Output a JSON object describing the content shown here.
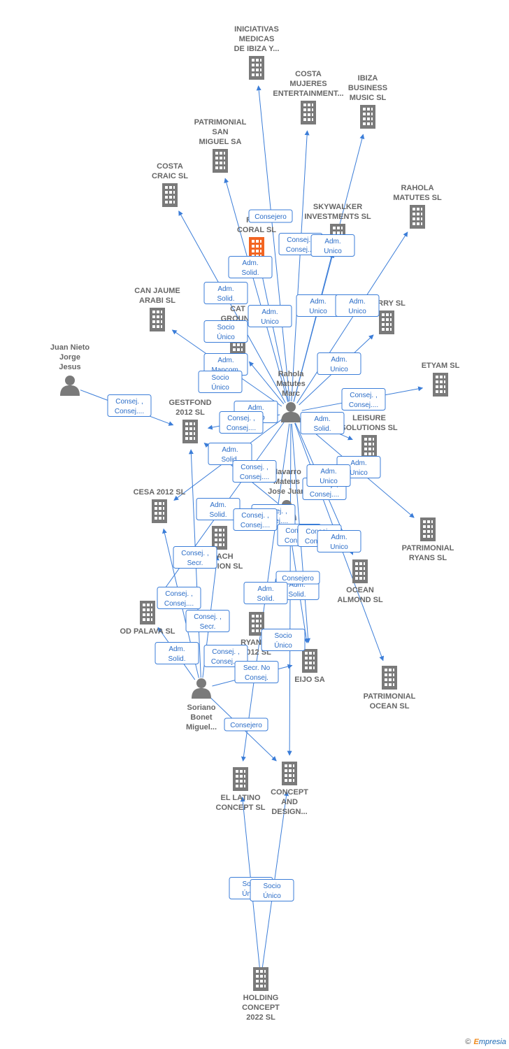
{
  "colors": {
    "edge": "#3b7dd8",
    "node": "#7a7a7a",
    "focus": "#f26522",
    "label": "#666666",
    "box_border": "#3b7dd8"
  },
  "nodes": [
    {
      "id": "iniciativas",
      "type": "company",
      "lines": [
        "INICIATIVAS",
        "MEDICAS",
        "DE IBIZA Y..."
      ]
    },
    {
      "id": "costa_mujeres",
      "type": "company",
      "lines": [
        "COSTA",
        "MUJERES",
        "ENTERTAINMENT..."
      ]
    },
    {
      "id": "ibiza_business",
      "type": "company",
      "lines": [
        "IBIZA",
        "BUSINESS",
        "MUSIC SL"
      ]
    },
    {
      "id": "patrimonial_san",
      "type": "company",
      "lines": [
        "PATRIMONIAL",
        "SAN",
        "MIGUEL SA"
      ]
    },
    {
      "id": "costa_craic",
      "type": "company",
      "lines": [
        "COSTA",
        "CRAIC SL"
      ]
    },
    {
      "id": "rahola_matutes_sl",
      "type": "company",
      "lines": [
        "RAHOLA",
        "MATUTES SL"
      ]
    },
    {
      "id": "skywalker",
      "type": "company",
      "lines": [
        "SKYWALKER",
        "INVESTMENTS SL"
      ]
    },
    {
      "id": "ryan_coral",
      "type": "focus",
      "lines": [
        "RYAN",
        "CORAL  SL"
      ]
    },
    {
      "id": "can_jaume",
      "type": "company",
      "lines": [
        "CAN JAUME",
        "ARABI SL"
      ]
    },
    {
      "id": "cat_ground",
      "type": "company",
      "lines": [
        "CAT",
        "GROUND",
        "SL"
      ]
    },
    {
      "id": "terry",
      "type": "company",
      "lines": [
        "TERRY SL"
      ]
    },
    {
      "id": "juan_nieto",
      "type": "person",
      "lines": [
        "Juan Nieto",
        "Jorge",
        "Jesus"
      ]
    },
    {
      "id": "rahola_marc",
      "type": "person",
      "lines": [
        "Rahola",
        "Matutes",
        "Marc"
      ]
    },
    {
      "id": "etyam",
      "type": "company",
      "lines": [
        "ETYAM SL"
      ]
    },
    {
      "id": "gestfond",
      "type": "company",
      "lines": [
        "GESTFOND",
        "2012  SL"
      ]
    },
    {
      "id": "leisure",
      "type": "company",
      "lines": [
        "LEISURE",
        "SOLUTIONS SL"
      ]
    },
    {
      "id": "navarro",
      "type": "person",
      "lines": [
        "Navarro",
        "Mateus",
        "Jose Juan"
      ]
    },
    {
      "id": "cesa",
      "type": "company",
      "lines": [
        "CESA 2012 SL"
      ]
    },
    {
      "id": "beach_gestion",
      "type": "company",
      "lines": [
        "BEACH",
        "GESTION SL"
      ]
    },
    {
      "id": "patrimonial_ryans",
      "type": "company",
      "lines": [
        "PATRIMONIAL",
        "RYANS SL"
      ]
    },
    {
      "id": "ocean_almond",
      "type": "company",
      "lines": [
        "OCEAN",
        "ALMOND  SL"
      ]
    },
    {
      "id": "od_palava",
      "type": "company",
      "lines": [
        "OD PALAVA SL"
      ]
    },
    {
      "id": "ryanos",
      "type": "company",
      "lines": [
        "RYANOS",
        "2012 SL"
      ]
    },
    {
      "id": "eijo",
      "type": "company",
      "lines": [
        "EIJO SA"
      ]
    },
    {
      "id": "patrimonial_ocean",
      "type": "company",
      "lines": [
        "PATRIMONIAL",
        "OCEAN SL"
      ]
    },
    {
      "id": "soriano",
      "type": "person",
      "lines": [
        "Soriano",
        "Bonet",
        "Miguel..."
      ]
    },
    {
      "id": "el_latino",
      "type": "company",
      "lines": [
        "EL LATINO",
        "CONCEPT  SL"
      ]
    },
    {
      "id": "concept_design",
      "type": "company",
      "lines": [
        "CONCEPT",
        "AND",
        "DESIGN..."
      ]
    },
    {
      "id": "holding",
      "type": "company",
      "lines": [
        "HOLDING",
        "CONCEPT",
        "2022  SL"
      ]
    }
  ],
  "edges": [
    {
      "from": "rahola_marc",
      "to": "iniciativas",
      "role": [
        "Consejero"
      ]
    },
    {
      "from": "rahola_marc",
      "to": "costa_mujeres",
      "role": [
        "Consej. ,",
        "Consej...."
      ]
    },
    {
      "from": "rahola_marc",
      "to": "ibiza_business",
      "role": [
        "Adm.",
        "Unico"
      ]
    },
    {
      "from": "rahola_marc",
      "to": "patrimonial_san",
      "role": [
        "Adm.",
        "Solid."
      ]
    },
    {
      "from": "rahola_marc",
      "to": "costa_craic",
      "role": [
        "Adm.",
        "Solid."
      ]
    },
    {
      "from": "rahola_marc",
      "to": "rahola_matutes_sl",
      "role": [
        "Adm.",
        "Unico"
      ]
    },
    {
      "from": "rahola_marc",
      "to": "skywalker",
      "role": [
        "Adm.",
        "Unico"
      ]
    },
    {
      "from": "rahola_marc",
      "to": "ryan_coral",
      "role": [
        "Adm.",
        "Unico"
      ]
    },
    {
      "from": "rahola_marc",
      "to": "can_jaume",
      "role": [
        "Socio",
        "Único"
      ]
    },
    {
      "from": "rahola_marc",
      "to": "cat_ground",
      "role": [
        "Adm.",
        "Mancom."
      ]
    },
    {
      "from": "rahola_marc",
      "to": "terry",
      "role": [
        "Adm.",
        "Unico"
      ]
    },
    {
      "from": "juan_nieto",
      "to": "gestfond",
      "role": [
        "Consej. ,",
        "Consej...."
      ]
    },
    {
      "from": "rahola_marc",
      "to": "etyam",
      "role": [
        "Consej. ,",
        "Consej...."
      ]
    },
    {
      "from": "rahola_marc",
      "to": "gestfond",
      "role": [
        "Consej. ,",
        "Consej...."
      ]
    },
    {
      "from": "rahola_marc",
      "to": "leisure",
      "role": [
        "Adm.",
        "Solid."
      ]
    },
    {
      "from": "rahola_marc",
      "to": "patrimonial_ryans",
      "role": [
        "Adm.",
        "Unico"
      ]
    },
    {
      "from": "rahola_marc",
      "to": "cesa",
      "role": [
        "Adm.",
        "Solid."
      ]
    },
    {
      "from": "rahola_marc",
      "to": "ocean_almond",
      "role": [
        "Adm.",
        "Unico"
      ]
    },
    {
      "from": "rahola_marc",
      "to": "patrimonial_ocean",
      "role": [
        "Adm.",
        "Unico"
      ]
    },
    {
      "from": "rahola_marc",
      "to": "od_palava",
      "role": [
        "Adm.",
        "Solid."
      ]
    },
    {
      "from": "rahola_marc",
      "to": "eijo",
      "role": [
        "Consejero"
      ]
    },
    {
      "from": "rahola_marc",
      "to": "el_latino",
      "role": [
        "Adm.",
        "Solid."
      ]
    },
    {
      "from": "rahola_marc",
      "to": "concept_design",
      "role": [
        "Consej. ,",
        "Consej...."
      ]
    },
    {
      "from": "navarro",
      "to": "gestfond",
      "role": [
        "Consej. ,",
        "Consej...."
      ]
    },
    {
      "from": "navarro",
      "to": "eijo",
      "role": [
        "Consej. ,",
        "Consej...."
      ]
    },
    {
      "from": "soriano",
      "to": "gestfond",
      "role": [
        "Consej. ,",
        "Secr."
      ]
    },
    {
      "from": "soriano",
      "to": "cesa",
      "role": [
        "Adm.",
        "Solid."
      ]
    },
    {
      "from": "soriano",
      "to": "beach_gestion",
      "role": [
        "Consej. ,",
        "Secr."
      ]
    },
    {
      "from": "soriano",
      "to": "eijo",
      "role": [
        "Secr.  No",
        "Consej."
      ]
    },
    {
      "from": "soriano",
      "to": "concept_design",
      "role": [
        "Consejero"
      ]
    },
    {
      "from": "soriano",
      "to": "od_palava",
      "role": [
        "Adm.",
        "Solid."
      ]
    },
    {
      "from": "holding",
      "to": "el_latino",
      "role": [
        "Socio",
        "Único"
      ]
    },
    {
      "from": "holding",
      "to": "concept_design",
      "role": [
        "Socio",
        "Único"
      ]
    }
  ],
  "role_boxes": [
    {
      "id": "rb1",
      "text": [
        "Consejero"
      ]
    },
    {
      "id": "rb2",
      "text": [
        "Consej. ,",
        "Consej...."
      ]
    },
    {
      "id": "rb3",
      "text": [
        "Adm.",
        "Unico"
      ]
    },
    {
      "id": "rb4",
      "text": [
        "Adm.",
        "Solid."
      ]
    },
    {
      "id": "rb5",
      "text": [
        "Adm.",
        "Solid."
      ]
    },
    {
      "id": "rb6",
      "text": [
        "Adm.",
        "Unico"
      ]
    },
    {
      "id": "rb7",
      "text": [
        "Adm.",
        "Unico"
      ]
    },
    {
      "id": "rb8",
      "text": [
        "Adm.",
        "Unico"
      ]
    },
    {
      "id": "rb9",
      "text": [
        "Socio",
        "Único"
      ]
    },
    {
      "id": "rb10",
      "text": [
        "Adm.",
        "Mancom."
      ]
    },
    {
      "id": "rb11",
      "text": [
        "Socio",
        "Único"
      ]
    },
    {
      "id": "rb12",
      "text": [
        "Adm.",
        "Unico"
      ]
    },
    {
      "id": "rb13",
      "text": [
        "Consej. ,",
        "Consej...."
      ]
    },
    {
      "id": "rb14",
      "text": [
        "Consej. ,",
        "Consej...."
      ]
    },
    {
      "id": "rb15",
      "text": [
        "Adm.",
        "Unico"
      ]
    },
    {
      "id": "rb16",
      "text": [
        "Consej. ,",
        "Consej...."
      ]
    },
    {
      "id": "rb17",
      "text": [
        "Adm.",
        "Solid."
      ]
    },
    {
      "id": "rb18",
      "text": [
        "Adm.",
        "Solid."
      ]
    },
    {
      "id": "rb19",
      "text": [
        "Consej. ,",
        "Consej...."
      ]
    },
    {
      "id": "rb20",
      "text": [
        "Consej. ,",
        "Consej...."
      ]
    },
    {
      "id": "rb21",
      "text": [
        "Adm.",
        "Unico"
      ]
    },
    {
      "id": "rb22",
      "text": [
        "Adm.",
        "Unico"
      ]
    },
    {
      "id": "rb23",
      "text": [
        "Consej. ,",
        "Consej...."
      ]
    },
    {
      "id": "rb24",
      "text": [
        "Adm.",
        "Solid."
      ]
    },
    {
      "id": "rb25",
      "text": [
        "Consej. ,",
        "Consej...."
      ]
    },
    {
      "id": "rb26",
      "text": [
        "Consej. ,",
        "Consej...."
      ]
    },
    {
      "id": "rb27",
      "text": [
        "Consej. ,",
        "Consej...."
      ]
    },
    {
      "id": "rb28",
      "text": [
        "Adm.",
        "Unico"
      ]
    },
    {
      "id": "rb29",
      "text": [
        "Consej. ,",
        "Secr."
      ]
    },
    {
      "id": "rb30",
      "text": [
        "Adm.",
        "Solid."
      ]
    },
    {
      "id": "rb31",
      "text": [
        "Consejero"
      ]
    },
    {
      "id": "rb32",
      "text": [
        "Consej. ,",
        "Consej...."
      ]
    },
    {
      "id": "rb33",
      "text": [
        "Adm.",
        "Solid."
      ]
    },
    {
      "id": "rb34",
      "text": [
        "Consej. ,",
        "Secr."
      ]
    },
    {
      "id": "rb35",
      "text": [
        "Socio",
        "Único"
      ]
    },
    {
      "id": "rb36",
      "text": [
        "Adm.",
        "Solid."
      ]
    },
    {
      "id": "rb37",
      "text": [
        "Consej. ,",
        "Consej...."
      ]
    },
    {
      "id": "rb38",
      "text": [
        "Secr.  No",
        "Consej."
      ]
    },
    {
      "id": "rb39",
      "text": [
        "Consejero"
      ]
    },
    {
      "id": "rb40",
      "text": [
        "Socio",
        "Único"
      ]
    },
    {
      "id": "rb41",
      "text": [
        "Socio",
        "Único"
      ]
    }
  ],
  "footer": {
    "copyright": "©",
    "brand_initial": "E",
    "brand_rest": "mpresia"
  }
}
